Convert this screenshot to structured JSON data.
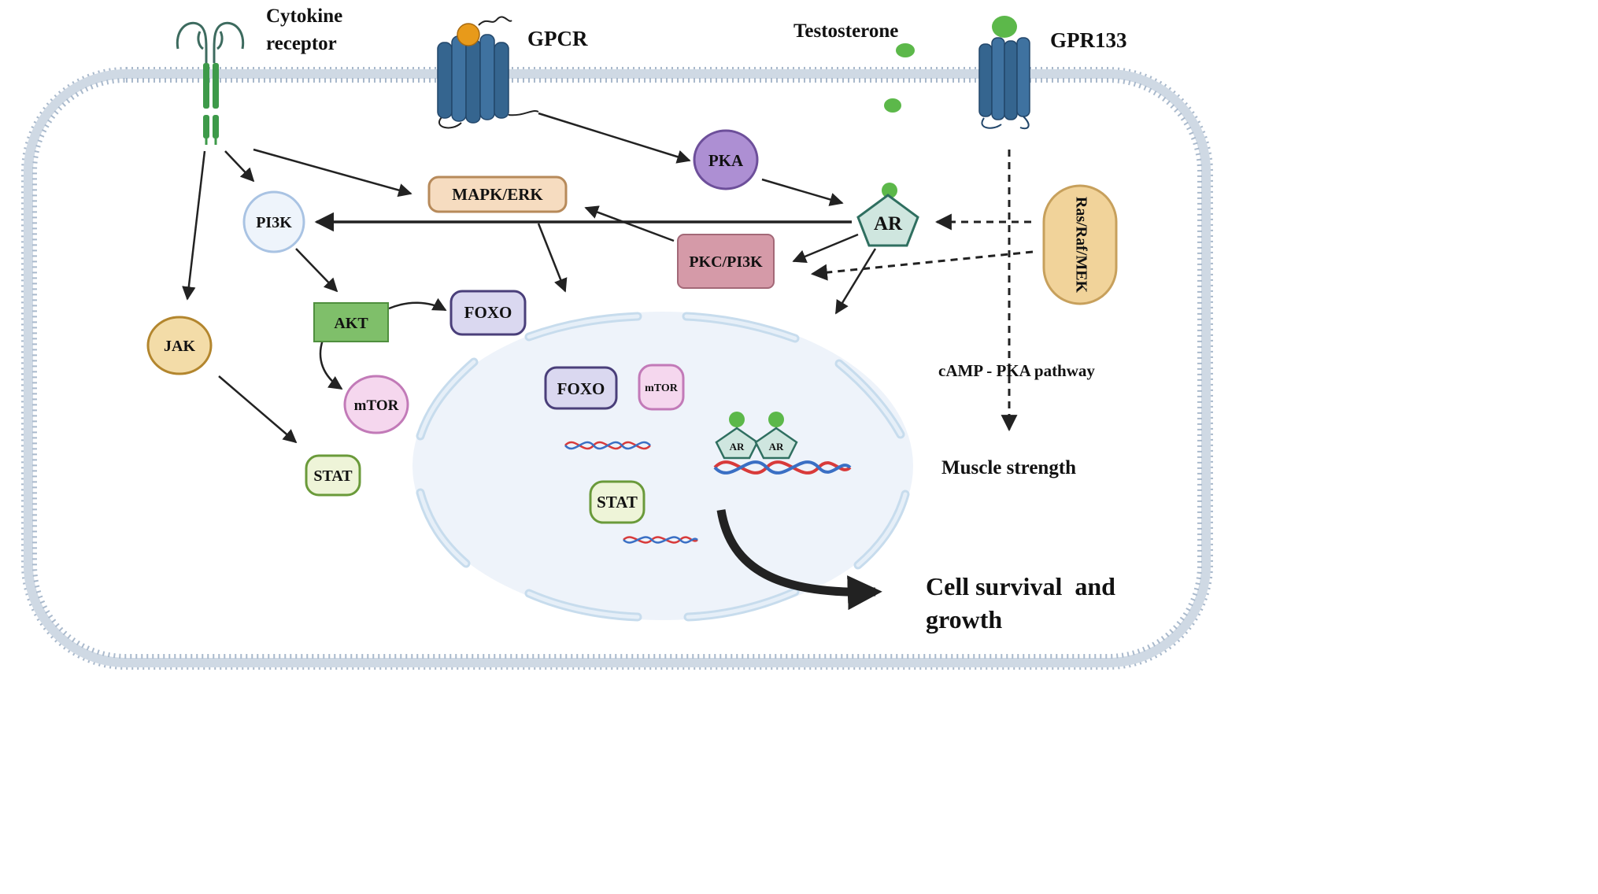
{
  "labels": {
    "cytokine_receptor_line1": "Cytokine",
    "cytokine_receptor_line2": "receptor",
    "gpcr": "GPCR",
    "testosterone": "Testosterone",
    "gpr133": "GPR133",
    "camp_pka_pathway": "cAMP - PKA pathway",
    "muscle_strength": "Muscle strength",
    "outcome_line1": "Cell survival  and",
    "outcome_line2": "growth"
  },
  "nodes": {
    "pka": "PKA",
    "mapk_erk": "MAPK/ERK",
    "pi3k": "PI3K",
    "ar": "AR",
    "pkc_pi3k": "PKC/PI3K",
    "ras_raf_mek": "Ras/Raf/MEK",
    "akt": "AKT",
    "foxo": "FOXO",
    "jak": "JAK",
    "mtor": "mTOR",
    "stat": "STAT"
  },
  "nucleus": {
    "foxo": "FOXO",
    "mtor": "mTOR",
    "stat": "STAT",
    "ar_left": "AR",
    "ar_right": "AR"
  },
  "colors": {
    "membrane": "#9aaec4",
    "receptor_blue": "#35658f",
    "cytokine_green": "#3e9a4a",
    "ligand_green": "#5cb84a",
    "ligand_orange": "#e89a1a",
    "nucleus_fill": "#eef3fa",
    "nuclear_envelope": "#c7dced",
    "arrow": "#222222"
  }
}
